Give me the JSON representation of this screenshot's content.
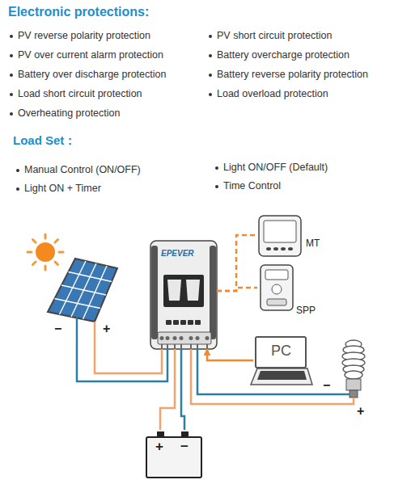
{
  "diagram": {
    "title": "Electronic protections:",
    "nodes": [
      {
        "text": [
          "−",
          "+"
        ]
      },
      {
        "text": [
          "EPEVER"
        ]
      },
      {
        "text": [
          "MT"
        ]
      },
      {
        "text": [
          "SPP"
        ]
      },
      {
        "text": [
          "PC"
        ]
      },
      {
        "text": [
          "−",
          "+"
        ]
      },
      {
        "text": [
          "+",
          "−"
        ]
      }
    ],
    "edges": [
      {
        "from": 0,
        "to": 1,
        "arrow": "none"
      },
      {
        "from": 0,
        "to": 1,
        "arrow": "none"
      },
      {
        "from": 1,
        "to": 6,
        "arrow": "none"
      },
      {
        "from": 1,
        "to": 6,
        "arrow": "none"
      },
      {
        "from": 1,
        "to": 5,
        "arrow": "none"
      },
      {
        "from": 1,
        "to": 5,
        "arrow": "none"
      },
      {
        "from": 1,
        "to": 2,
        "arrow": "none"
      },
      {
        "from": 1,
        "to": 3,
        "arrow": "none"
      },
      {
        "from": 4,
        "to": 1,
        "arrow": "to"
      }
    ],
    "labels": [
      "PV reverse polarity protection",
      "PV short circuit protection",
      "PV over current alarm protection",
      "Battery overcharge protection",
      "Battery over discharge protection",
      "Battery reverse polarity protection",
      "Load short circuit protection",
      "Load overload protection",
      "Overheating protection",
      "Load Set：",
      "Manual Control (ON/OFF)",
      "Light ON/OFF (Default)",
      "Light ON + Timer",
      "Time Control"
    ]
  }
}
